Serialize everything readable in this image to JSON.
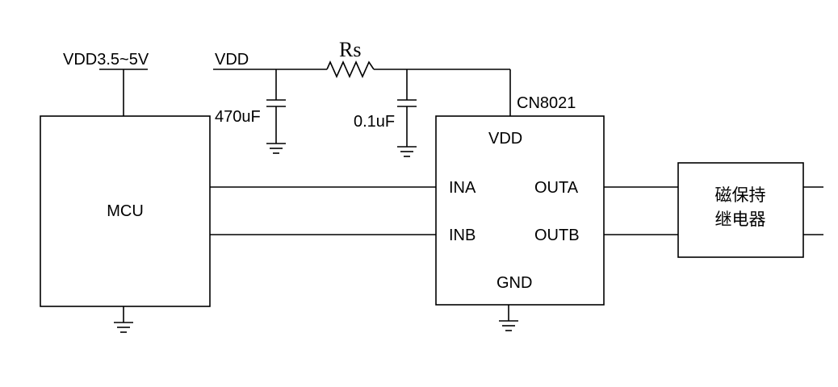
{
  "supply": {
    "mcu_supply": "VDD3.5~5V",
    "vdd": "VDD"
  },
  "components": {
    "resistor": "Rs",
    "cap_bulk": "470uF",
    "cap_bypass": "0.1uF"
  },
  "mcu": {
    "label": "MCU"
  },
  "driver": {
    "part": "CN8021",
    "pin_vdd": "VDD",
    "pin_ina": "INA",
    "pin_inb": "INB",
    "pin_outa": "OUTA",
    "pin_outb": "OUTB",
    "pin_gnd": "GND"
  },
  "relay": {
    "line1": "磁保持",
    "line2": "继电器"
  }
}
